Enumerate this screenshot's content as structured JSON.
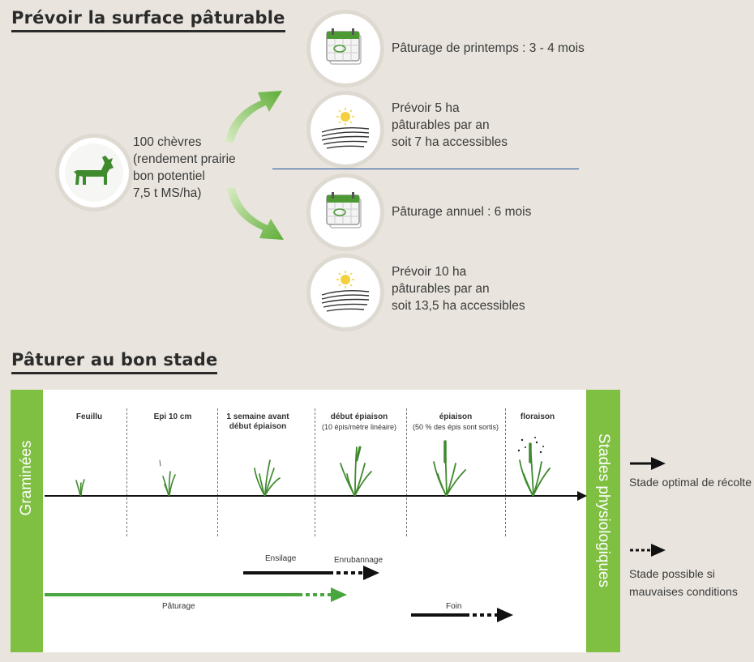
{
  "section1": {
    "title": "Prévoir la surface pâturable",
    "source": {
      "lines": [
        "100 chèvres",
        "(rendement prairie",
        "bon potentiel",
        "7,5 t MS/ha)"
      ],
      "icon": "goat-icon"
    },
    "items": [
      {
        "icon": "calendar-icon",
        "lines": [
          "Pâturage de printemps : 3 - 4 mois"
        ]
      },
      {
        "icon": "field-sun-icon",
        "lines": [
          "Prévoir 5 ha",
          "pâturables par an",
          "soit 7 ha accessibles"
        ]
      },
      {
        "icon": "calendar-icon",
        "lines": [
          "Pâturage annuel : 6 mois"
        ]
      },
      {
        "icon": "field-sun-icon",
        "lines": [
          "Prévoir 10 ha",
          "pâturables par an",
          "soit 13,5 ha accessibles"
        ]
      }
    ]
  },
  "section2": {
    "title": "Pâturer au bon stade",
    "left_band": "Graminées",
    "right_band": "Stades physiologiques",
    "stages": [
      {
        "label": "Feuillu",
        "sub": ""
      },
      {
        "label": "Epi 10 cm",
        "sub": ""
      },
      {
        "label": "1 semaine avant\ndébut épiaison",
        "sub": ""
      },
      {
        "label": "début épiaison",
        "sub": "(10 épis/mètre linéaire)"
      },
      {
        "label": "épiaison",
        "sub": "(50 % des épis sont sortis)"
      },
      {
        "label": "floraison",
        "sub": ""
      }
    ],
    "usages": {
      "ensilage": "Ensilage",
      "enrubannage": "Enrubannage",
      "paturage": "Pâturage",
      "foin": "Foin"
    },
    "legend": {
      "optimal": "Stade optimal de récolte",
      "possible_lines": [
        "Stade possible si",
        "mauvaises conditions"
      ]
    }
  },
  "colors": {
    "green": "#7fbf41",
    "dark_green": "#3f8a2e",
    "divider_blue": "#1f4e9a",
    "paturage_green": "#49a63e"
  }
}
